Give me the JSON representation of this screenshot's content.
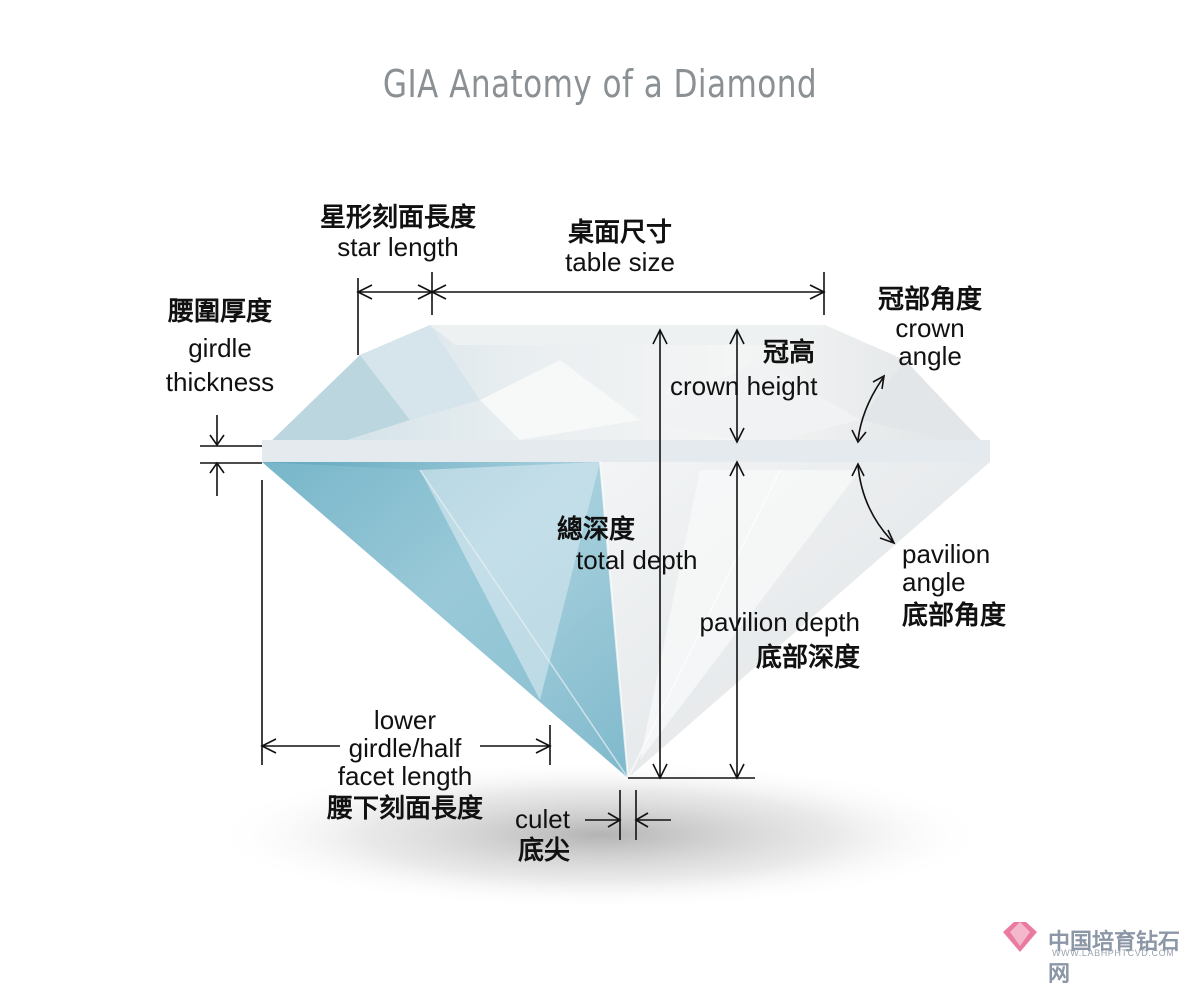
{
  "title": "GIA Anatomy of a Diamond",
  "labels": {
    "star_length_zh": "星形刻面長度",
    "star_length_en": "star length",
    "table_size_zh": "桌面尺寸",
    "table_size_en": "table size",
    "girdle_zh": "腰圍厚度",
    "girdle_en1": "girdle",
    "girdle_en2": "thickness",
    "crown_angle_zh": "冠部角度",
    "crown_angle_en1": "crown",
    "crown_angle_en2": "angle",
    "crown_height_zh": "冠高",
    "crown_height_en": "crown height",
    "total_depth_zh": "總深度",
    "total_depth_en": "total depth",
    "pavilion_angle_en1": "pavilion",
    "pavilion_angle_en2": "angle",
    "pavilion_angle_zh": "底部角度",
    "pavilion_depth_en": "pavilion depth",
    "pavilion_depth_zh": "底部深度",
    "lower_girdle_en1": "lower",
    "lower_girdle_en2": "girdle/half",
    "lower_girdle_en3": "facet length",
    "lower_girdle_zh": "腰下刻面長度",
    "culet_en": "culet",
    "culet_zh": "底尖"
  },
  "watermark": {
    "name": "中国培育钻石网",
    "url": "WWW.LABHPHTCVD.COM"
  }
}
